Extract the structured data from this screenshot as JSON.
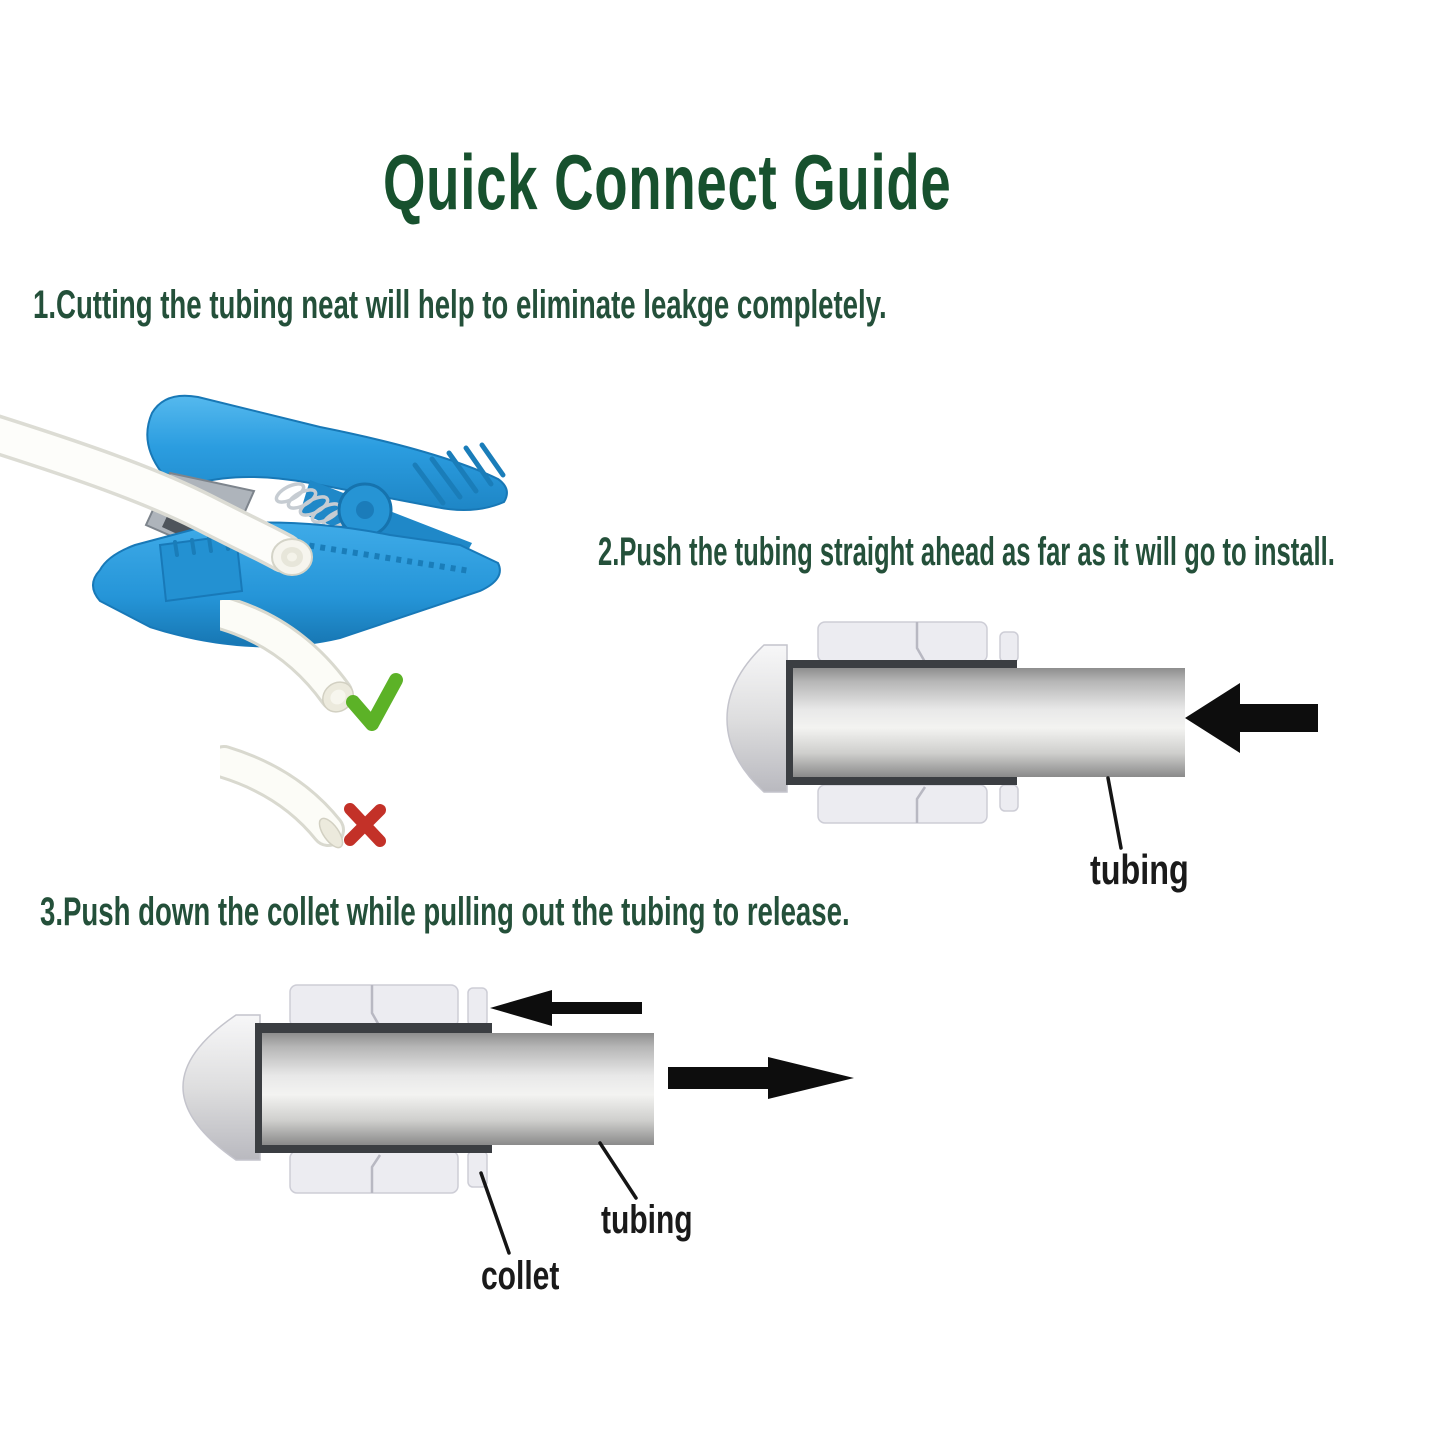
{
  "page": {
    "title": "Quick Connect Guide"
  },
  "steps": [
    {
      "id": 1,
      "text": "1.Cutting the tubing neat will help to eliminate leakge completely."
    },
    {
      "id": 2,
      "text": "2.Push the tubing straight ahead as far as it will go to install."
    },
    {
      "id": 3,
      "text": "3.Push down the collet while pulling out the tubing to release."
    }
  ],
  "diagram_labels": {
    "step2_tubing": "tubing",
    "step3_tubing": "tubing",
    "step3_collet": "collet"
  },
  "icons": {
    "check_icon": "green-checkmark",
    "x_icon": "red-x",
    "push_arrow": "black-arrow-left",
    "collet_press_arrow": "black-arrow-left-small",
    "pull_out_arrow": "black-arrow-right"
  },
  "colors": {
    "title_green": "#17512e",
    "step_green": "#24503a",
    "label_black": "#1a1a1a",
    "cutter_blue": "#2b9de0",
    "cutter_blue_dark": "#1878b6",
    "cutter_blue_light": "#55b9ee",
    "check_green": "#5cb227",
    "cross_red": "#c33128",
    "arrow_black": "#0d0d0d",
    "sleeve_dark": "#3b3e42",
    "fitting_white": "#ececf1",
    "fitting_edge": "#cdcdd6"
  }
}
